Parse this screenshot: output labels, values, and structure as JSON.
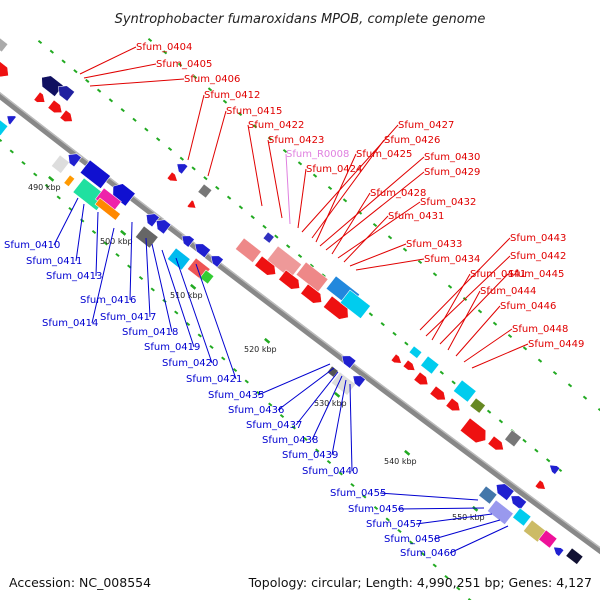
{
  "title": "Syntrophobacter fumaroxidans MPOB, complete genome",
  "footer": {
    "accession": "Accession: NC_008554",
    "summary": "Topology: circular; Length: 4,990,251 bp; Genes: 4,127"
  },
  "colors": {
    "forward_label": "#e00000",
    "reverse_label": "#0000d0",
    "rna_label": "#e080e0",
    "backbone": "#888888",
    "tick": "#22aa22"
  },
  "scale_ticks": [
    "490 kbp",
    "500 kbp",
    "510 kbp",
    "520 kbp",
    "530 kbp",
    "540 kbp",
    "550 kbp"
  ],
  "forward_labels": [
    "Sfum_0404",
    "Sfum_0405",
    "Sfum_0406",
    "Sfum_0412",
    "Sfum_0415",
    "Sfum_0422",
    "Sfum_0423",
    "Sfum_R0008",
    "Sfum_0424",
    "Sfum_0427",
    "Sfum_0426",
    "Sfum_0425",
    "Sfum_0430",
    "Sfum_0429",
    "Sfum_0428",
    "Sfum_0432",
    "Sfum_0431",
    "Sfum_0433",
    "Sfum_0434",
    "Sfum_0443",
    "Sfum_0442",
    "Sfum_0441",
    "Sfum_0445",
    "Sfum_0444",
    "Sfum_0446",
    "Sfum_0448",
    "Sfum_0449"
  ],
  "reverse_labels": [
    "Sfum_0410",
    "Sfum_0411",
    "Sfum_0413",
    "Sfum_0416",
    "Sfum_0414",
    "Sfum_0417",
    "Sfum_0418",
    "Sfum_0419",
    "Sfum_0420",
    "Sfum_0421",
    "Sfum_0435",
    "Sfum_0436",
    "Sfum_0437",
    "Sfum_0438",
    "Sfum_0439",
    "Sfum_0440",
    "Sfum_0455",
    "Sfum_0456",
    "Sfum_0457",
    "Sfum_0458",
    "Sfum_0460"
  ]
}
